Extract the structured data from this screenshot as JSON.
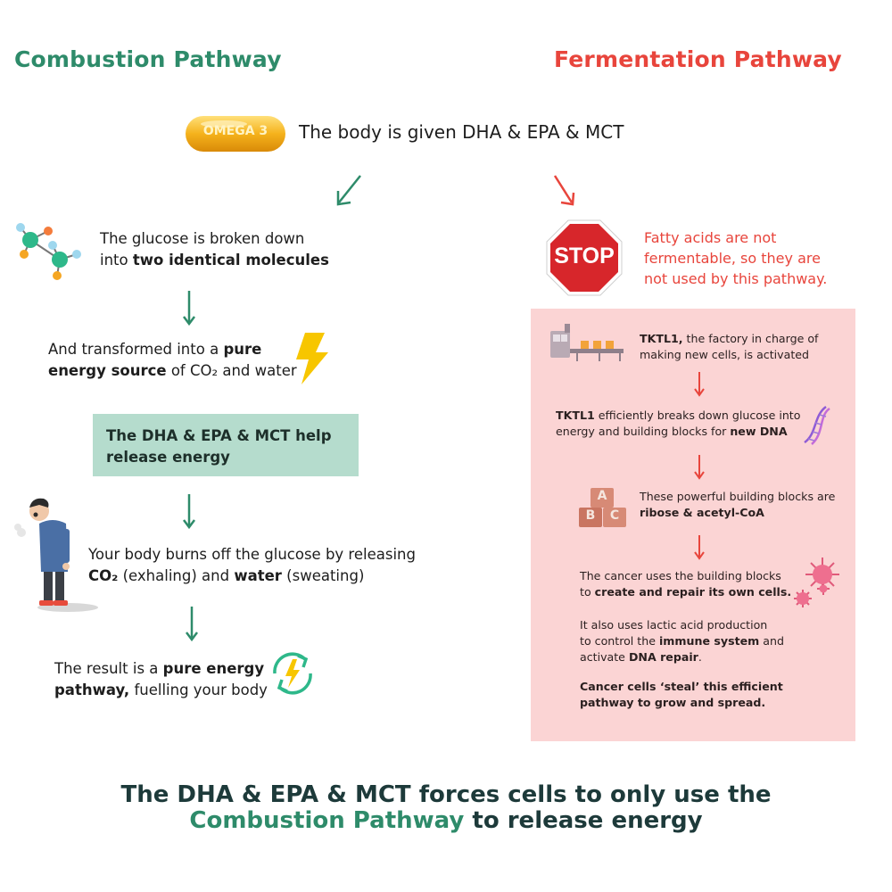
{
  "headings": {
    "combustion": "Combustion Pathway",
    "fermentation": "Fermentation Pathway"
  },
  "top": {
    "pill_label": "OMEGA 3",
    "given": "The body is given DHA & EPA & MCT"
  },
  "left": {
    "step1_a": "The glucose is broken down",
    "step1_b": "into ",
    "step1_bold": "two identical molecules",
    "step2_a": "And transformed into a ",
    "step2_bold1": "pure",
    "step2_bold2": "energy source",
    "step2_b": " of CO₂ and water",
    "box": "The DHA & EPA & MCT help release energy",
    "step3_a": "Your body burns off the glucose by releasing",
    "step3_bold1": "CO₂",
    "step3_b": " (exhaling) and ",
    "step3_bold2": "water",
    "step3_c": " (sweating)",
    "step4_a": "The result is a ",
    "step4_bold1": "pure energy",
    "step4_bold2": "pathway,",
    "step4_b": " fuelling your body"
  },
  "right": {
    "stop_label": "STOP",
    "fatty": "Fatty acids are not fermentable, so they are not used by this pathway.",
    "tktl_bold": "TKTL1,",
    "tktl_a": " the factory in charge of making new cells, is activated",
    "tktl2_bold": "TKTL1",
    "tktl2_a": " efficiently breaks down glucose into energy and building blocks for ",
    "tktl2_bold2": "new DNA",
    "blocks_a": "These powerful building blocks are",
    "blocks_bold": "ribose & acetyl-CoA",
    "cube_letters": [
      "A",
      "B",
      "C"
    ],
    "cancer1_a": "The cancer uses the building blocks",
    "cancer1_b": "to ",
    "cancer1_bold": "create and repair its own cells.",
    "cancer2_a": "It also uses lactic acid production",
    "cancer2_b": "to control the ",
    "cancer2_bold1": "immune system",
    "cancer2_c": " and",
    "cancer2_d": "activate ",
    "cancer2_bold2": "DNA repair",
    "cancer2_e": ".",
    "cancer3": "Cancer cells ‘steal’ this efficient pathway to grow and spread."
  },
  "footer": {
    "line1": "The DHA & EPA & MCT forces cells to only use the",
    "line2_green": "Combustion Pathway",
    "line2_rest": " to release energy"
  },
  "colors": {
    "green": "#2e8b6a",
    "red": "#e8453c",
    "panel": "#fbd4d4",
    "greenbox": "#b5dccd",
    "stop": "#d7262b"
  }
}
